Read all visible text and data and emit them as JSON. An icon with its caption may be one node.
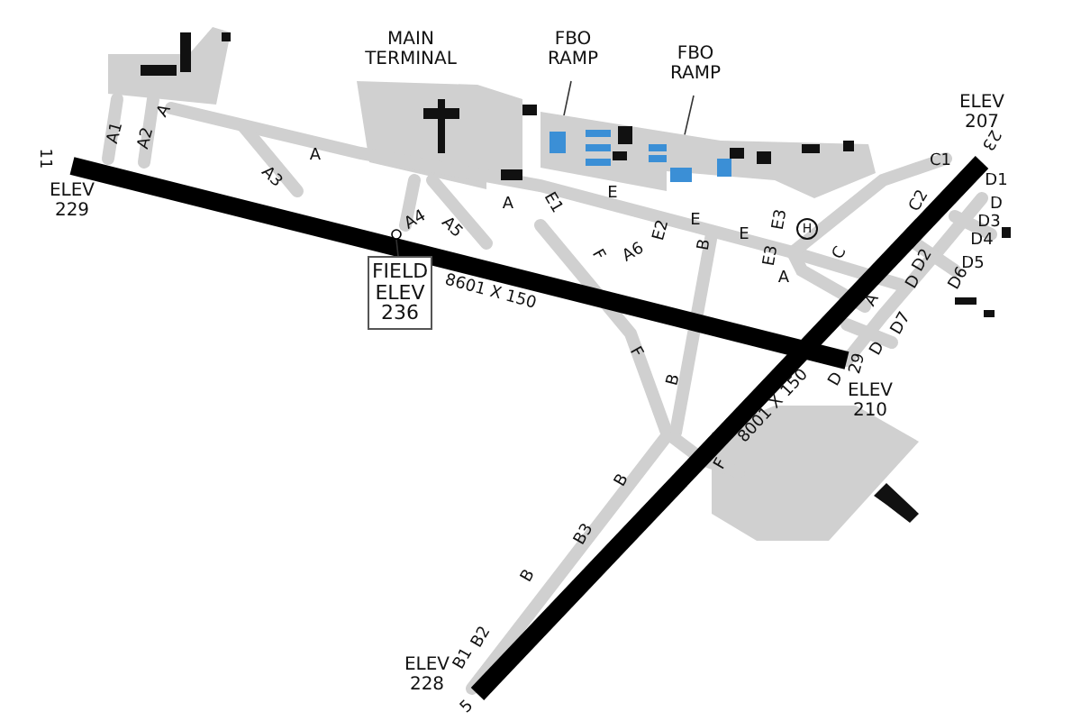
{
  "diagram": {
    "nodes": [
      {
        "text": [
          "FBO RAMP"
        ]
      },
      {
        "text": [
          "FBO RAMP"
        ]
      },
      {
        "text": [],
        "shape": "box"
      },
      {
        "text": [
          "FIELD ELEV 236"
        ]
      },
      {
        "text": [],
        "shape": "circle"
      }
    ],
    "edges": [
      {
        "from": 0,
        "to": 2,
        "arrow": "none"
      },
      {
        "from": 1,
        "to": 2,
        "arrow": "none"
      },
      {
        "from": 3,
        "to": 4,
        "arrow": "none"
      }
    ],
    "labels": [
      "MAIN TERMINAL",
      "ELEV 229",
      "ELEV 207",
      "11",
      "A1",
      "A2",
      "A",
      "A3",
      "A",
      "A4",
      "A5",
      "A",
      "E1",
      "E",
      "E2",
      "E",
      "F",
      "A6",
      "B",
      "E",
      "E3",
      "E3",
      "H",
      "C",
      "A",
      "C1",
      "C2",
      "23",
      "D1",
      "D",
      "D2",
      "D3",
      "D4",
      "D5",
      "D6",
      "D",
      "A",
      "D7",
      "8601 X 150",
      "D",
      "29",
      "D",
      "ELEV 210",
      "F",
      "B",
      "8001 X 150",
      "F",
      "B",
      "B3",
      "B",
      "B2",
      "B1",
      "ELEV 228",
      "5"
    ]
  }
}
